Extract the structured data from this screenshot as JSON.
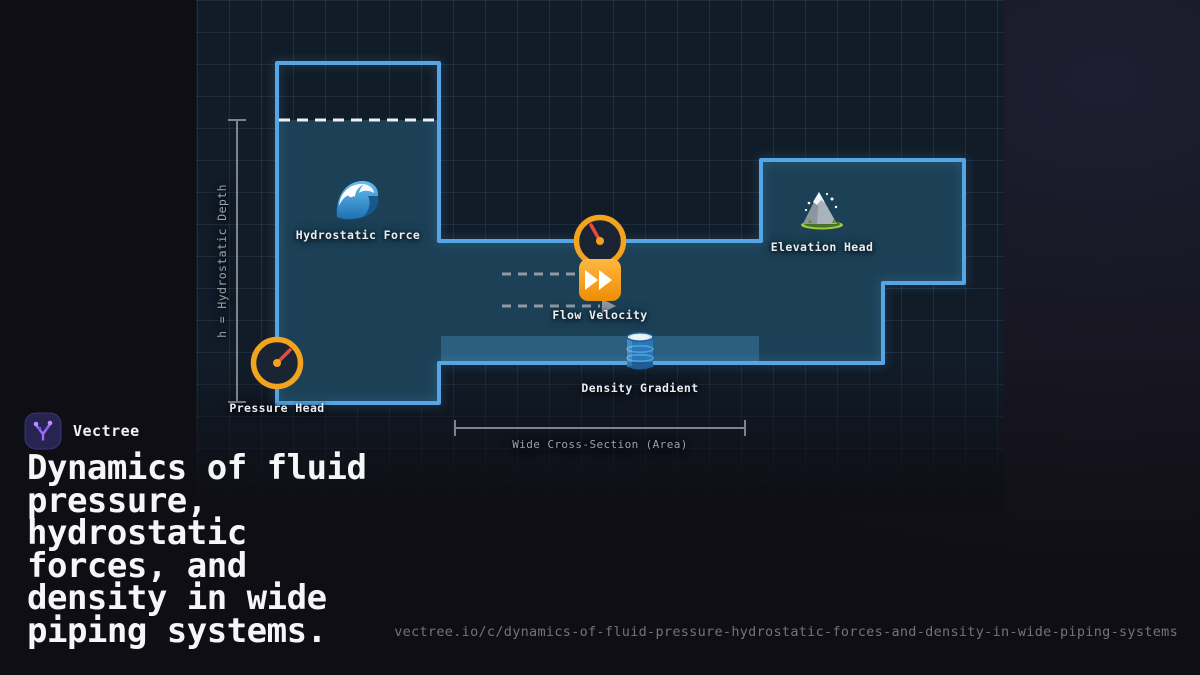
{
  "brand": {
    "name": "Vectree"
  },
  "title": "Dynamics of fluid pressure, hydrostatic forces, and density in wide piping systems.",
  "url": "vectree.io/c/dynamics-of-fluid-pressure-hydrostatic-forces-and-density-in-wide-piping-systems",
  "diagram": {
    "labels": {
      "hydrostatic_force": "Hydrostatic Force",
      "pressure_head": "Pressure Head",
      "flow_velocity": "Flow Velocity",
      "density_gradient": "Density Gradient",
      "elevation_head": "Elevation Head",
      "depth_axis": "h = Hydrostatic Depth",
      "cross_section": "Wide Cross-Section (Area)"
    },
    "icons": [
      "wave-icon",
      "pressure-gauge-icon",
      "flow-gauge-icon",
      "fast-forward-icon",
      "oil-drum-icon",
      "mountain-icon",
      "vectree-logo-icon"
    ],
    "colors": {
      "pipe_stroke": "#56a5e4",
      "water_fill": "#1c4157",
      "density_strip": "#2c5f7e",
      "accent_orange": "#f2a41f",
      "needle_red": "#e84b3c",
      "dashed_waterline": "#e9f0f6",
      "measure_gray": "#7d848d",
      "arrow_gray": "#9299a2",
      "label_text": "#e9edf2",
      "dim_text": "#99a2ac",
      "url_text": "#6e747d",
      "panel_bg": "#111c28",
      "page_bg": "#0f0e15",
      "brand_purple": "#9b6cfa"
    }
  }
}
